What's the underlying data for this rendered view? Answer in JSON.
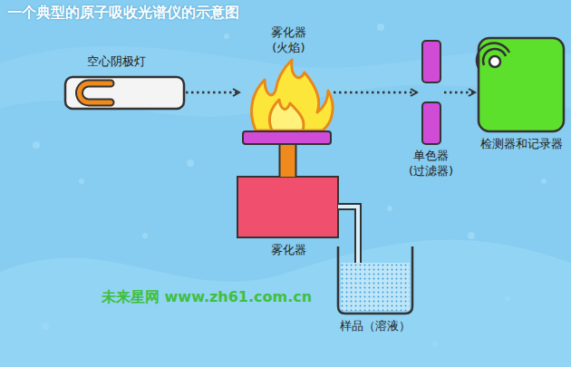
{
  "diagram": {
    "title": "一个典型的原子吸收光谱仪的示意图",
    "nodes": [
      {
        "text": [
          "空心阴极灯"
        ]
      },
      {
        "text": [
          "雾化器 (火焰)"
        ]
      },
      {
        "text": [
          "单色器 (过滤器)"
        ]
      },
      {
        "text": [
          "检测器和记录器"
        ]
      },
      {
        "text": [
          "雾化器"
        ]
      },
      {
        "text": [
          "样品（溶液）"
        ]
      }
    ],
    "edges": [
      {
        "from": 0,
        "to": 1,
        "arrow": "to"
      },
      {
        "from": 1,
        "to": 2,
        "arrow": "to"
      },
      {
        "from": 2,
        "to": 3,
        "arrow": "to"
      },
      {
        "from": 4,
        "to": 1,
        "arrow": "none"
      },
      {
        "from": 5,
        "to": 4,
        "arrow": "none"
      }
    ],
    "labels": [
      "未来星网 www.zh61.com.cn"
    ]
  }
}
